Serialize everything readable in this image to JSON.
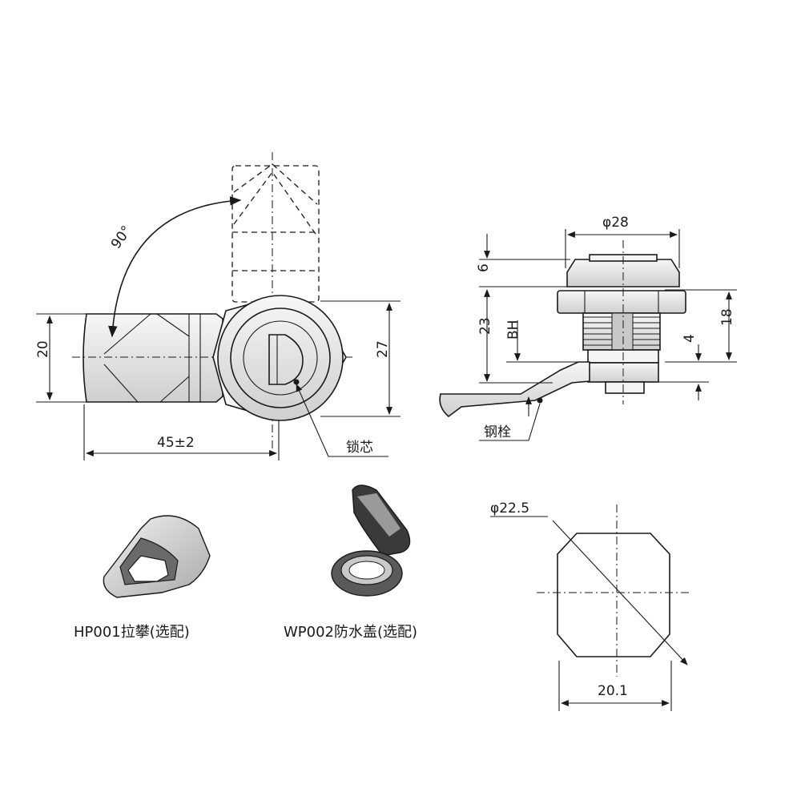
{
  "drawing": {
    "dims": {
      "angle": "90°",
      "height_20": "20",
      "length": "45±2",
      "height_27": "27",
      "diameter_28": "φ28",
      "flange_6": "6",
      "body_23": "23",
      "bh": "BH",
      "nut_18": "18",
      "gap_4": "4",
      "diameter_22_5": "φ22.5",
      "width_20_1": "20.1"
    },
    "callouts": {
      "lock_core": "锁芯",
      "steel_pin": "钢栓"
    },
    "accessories": [
      {
        "caption": "HP001拉攀(选配)"
      },
      {
        "caption": "WP002防水盖(选配)"
      }
    ]
  }
}
